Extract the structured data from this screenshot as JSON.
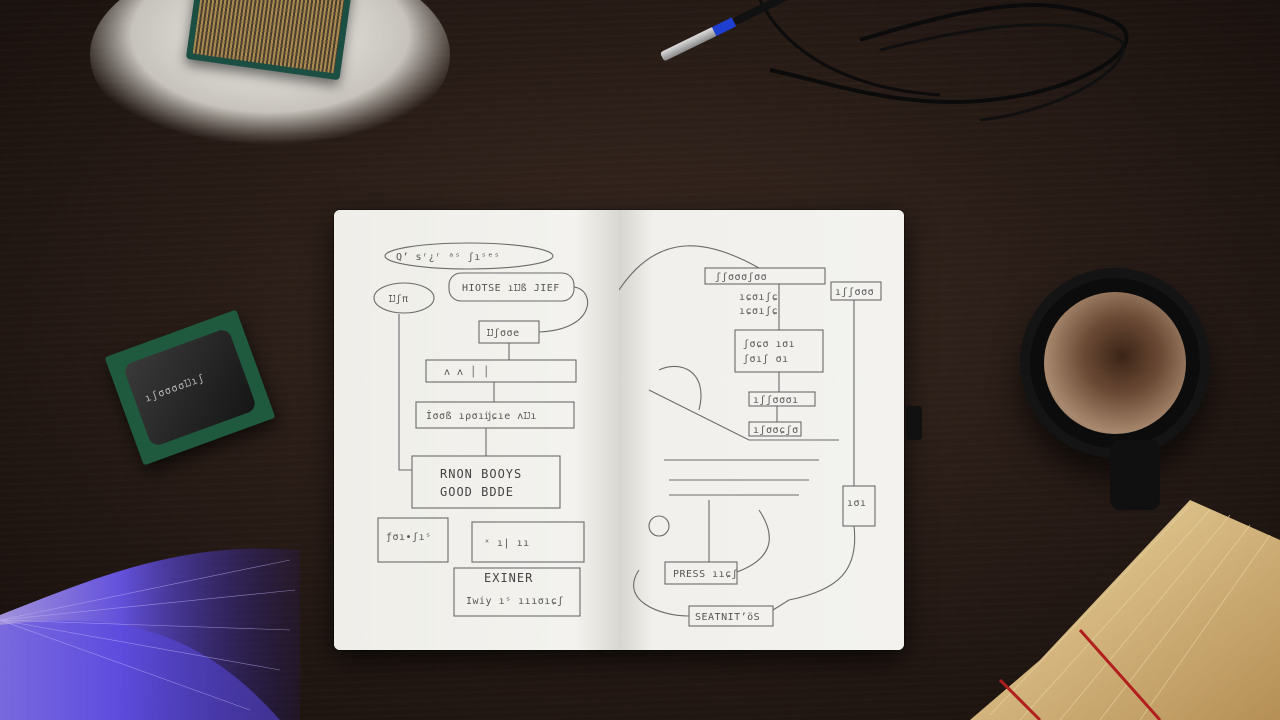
{
  "scene": {
    "description_free": true,
    "objects": {
      "cpu_chip_large": "cpu-chip",
      "cpu_chip_small": "cpu-chip",
      "stylus": "pen",
      "cable": "cable",
      "coffee": "coffee-cup",
      "fiber_optic": "fiber-optic-lamp",
      "pasta": "spaghetti-bundle",
      "notebook": "open-notebook"
    },
    "colors": {
      "table": "#2a1d17",
      "paper": "#efeee9",
      "ink": "#555555",
      "fiber": "#6f5cff",
      "chip_green": "#1f5a3e"
    }
  },
  "notebook": {
    "left_page": {
      "cloud_top": "Q’ sʳ¿ʳ ᵃˢ ʃıˢᵉˢ",
      "bubble_left": "Ĳʃπ",
      "bubble_main": "HIOTSE ıĲß JIEF",
      "box1": "Ĳʃσσe",
      "box2": "ʌ  ʌ  │  │",
      "box3": "İσσß ıρσıĳɕıe  ʌĲı",
      "box_big_line1": "RNON BOOYS",
      "box_big_line2": "GOOD BDDE",
      "box_small": "ƒσı∙ʃıˢ",
      "box_grid": "ˣ ı∣  ıı",
      "box_bottom_title": "EXINER",
      "box_bottom_sub": "Iwiy ıˢ ıııσıɕʃ"
    },
    "right_page": {
      "top_box": "ʃʃσσσʃσσ",
      "label1": "ıɕσıʃɕ",
      "label2": "ıɕσıʃɕ",
      "center_box": "ʃσɕσ ıσı",
      "center_box2": "ʃσıʃ σı",
      "side_box": "ıʃʃσσσ",
      "row1": "ıʃʃσσσı",
      "row2": "ıʃσσɕʃσ",
      "bottom_box": "PRESS ııɕʃ",
      "bottom_box2": "SEATNIT’öS",
      "small_box": "ıσı"
    }
  },
  "chip_small": {
    "engraving": "ıʃσσσσĲıʃ"
  }
}
